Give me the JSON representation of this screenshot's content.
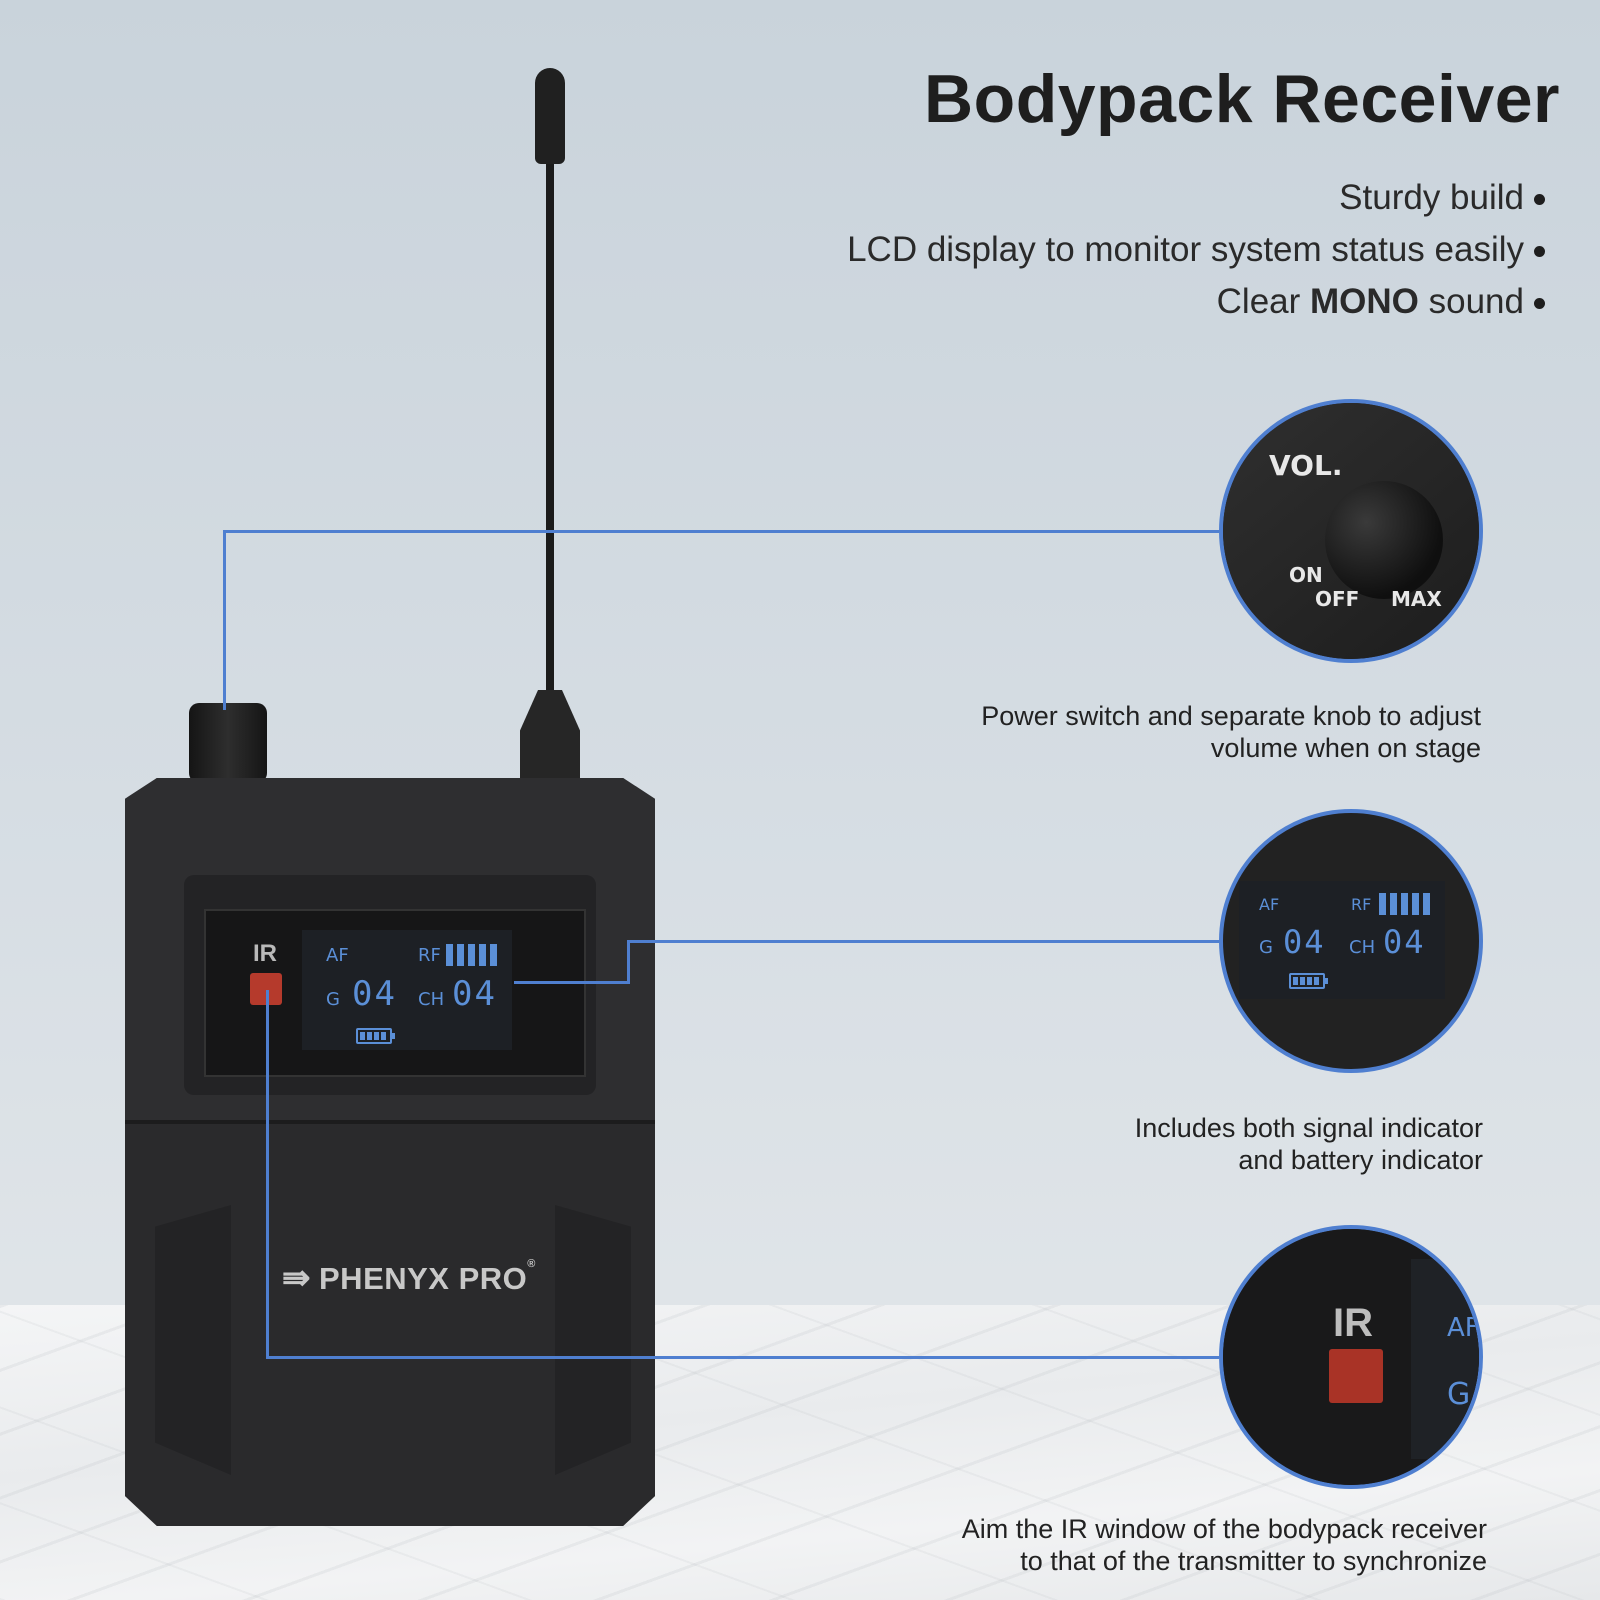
{
  "header": {
    "title": "Bodypack Receiver"
  },
  "features": [
    {
      "text": "Sturdy build"
    },
    {
      "text": "LCD display to monitor system status easily"
    },
    {
      "pre": "Clear ",
      "bold": "MONO",
      "post": " sound"
    }
  ],
  "callouts": {
    "volume": {
      "vol_label": "VOL.",
      "on_label": "ON",
      "off_label": "OFF",
      "max_label": "MAX",
      "caption_line1": "Power switch and separate knob to adjust",
      "caption_line2": "volume when on stage"
    },
    "display": {
      "caption_line1": "Includes both signal indicator",
      "caption_line2": "and battery indicator"
    },
    "ir": {
      "label": "IR",
      "lcd_af": "AF",
      "lcd_g": "G",
      "caption_line1": "Aim the IR window of the bodypack receiver",
      "caption_line2": "to that of the transmitter to synchronize"
    }
  },
  "device": {
    "ir_label": "IR",
    "lcd": {
      "af": "AF",
      "rf": "RF",
      "g": "G",
      "g_value": "04",
      "ch": "CH",
      "ch_value": "04",
      "rf_bars": 5,
      "battery_level": 4
    },
    "brand": "PHENYX PRO",
    "brand_mark": "®",
    "brand_icon": "phenyx-logo-icon"
  },
  "colors": {
    "accent_line": "#4f7fd0",
    "lcd_blue": "#5b8fd7",
    "ir_red": "#b53a2c"
  }
}
